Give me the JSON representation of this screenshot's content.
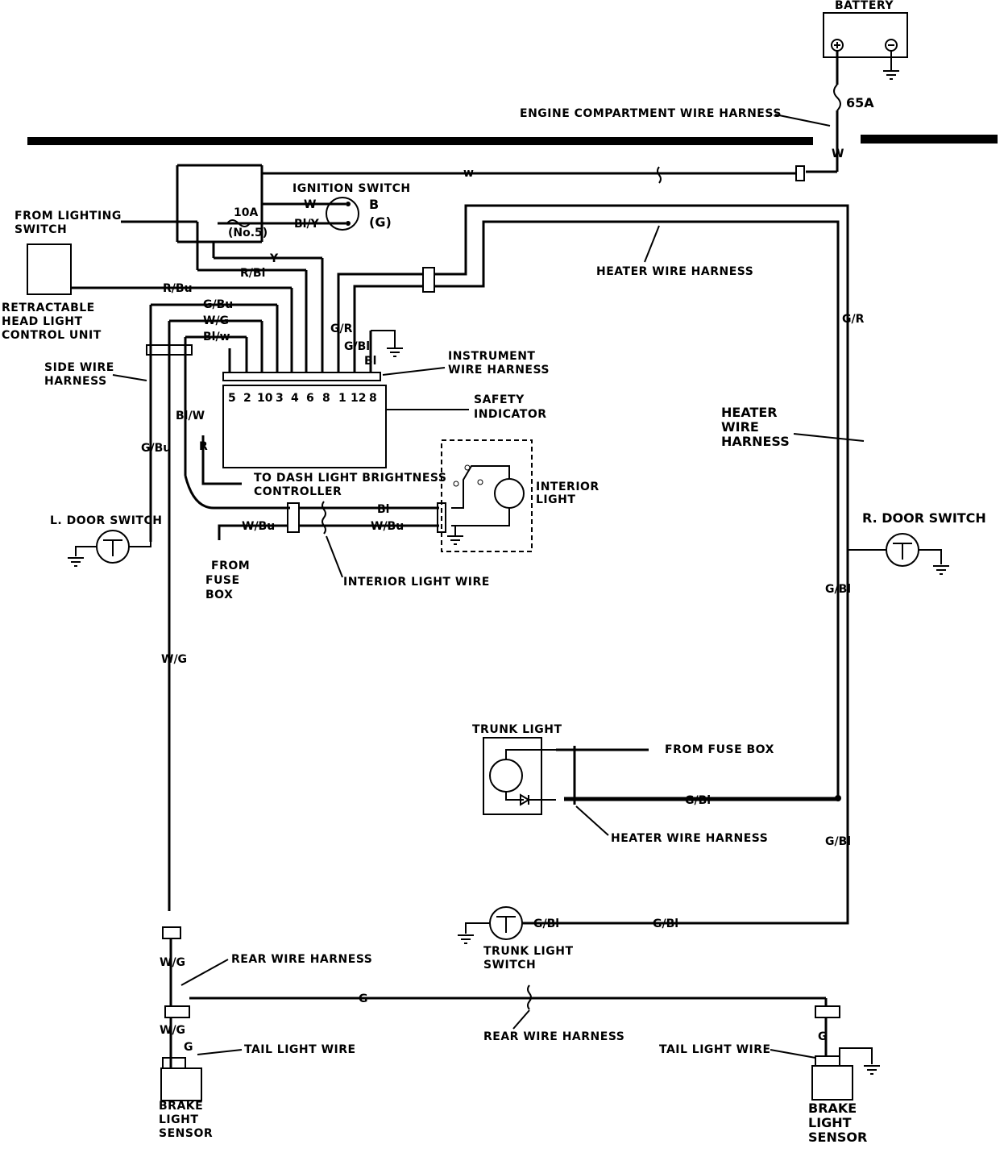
{
  "labels": {
    "battery": "BATTERY",
    "fuse_65a": "65A",
    "engine_harness": "ENGINE COMPARTMENT WIRE HARNESS",
    "ignition_switch": "IGNITION SWITCH",
    "ign_b": "B",
    "ign_g": "(G)",
    "fuse_10a": "10A",
    "fuse_no5": "(No.5)",
    "from_lighting_1": "FROM LIGHTING",
    "from_lighting_2": "SWITCH",
    "retract_1": "RETRACTABLE",
    "retract_2": "HEAD LIGHT",
    "retract_3": "CONTROL UNIT",
    "heater_harness_top": "HEATER WIRE HARNESS",
    "side_harness_1": "SIDE WIRE",
    "side_harness_2": "HARNESS",
    "instrument_1": "INSTRUMENT",
    "instrument_2": "WIRE HARNESS",
    "safety_1": "SAFETY",
    "safety_2": "INDICATOR",
    "heater_mid_1": "HEATER",
    "heater_mid_2": "WIRE",
    "heater_mid_3": "HARNESS",
    "to_dash_1": "TO DASH LIGHT BRIGHTNESS",
    "to_dash_2": "CONTROLLER",
    "interior_light_1": "INTERIOR",
    "interior_light_2": "LIGHT",
    "l_door_switch": "L. DOOR SWITCH",
    "r_door_switch": "R. DOOR SWITCH",
    "from_fuse_1": "FROM",
    "from_fuse_2": "FUSE",
    "from_fuse_3": "BOX",
    "interior_wire": "INTERIOR LIGHT WIRE",
    "trunk_light": "TRUNK LIGHT",
    "from_fuse_box": "FROM FUSE BOX",
    "heater_harness_low": "HEATER WIRE HARNESS",
    "trunk_switch_1": "TRUNK LIGHT",
    "trunk_switch_2": "SWITCH",
    "rear_harness_1": "REAR WIRE HARNESS",
    "rear_harness_2": "REAR WIRE HARNESS",
    "tail_wire_l": "TAIL LIGHT WIRE",
    "tail_wire_r": "TAIL LIGHT WIRE",
    "brake_l_1": "BRAKE",
    "brake_l_2": "LIGHT",
    "brake_l_3": "SENSOR",
    "brake_r_1": "BRAKE",
    "brake_r_2": "LIGHT",
    "brake_r_3": "SENSOR"
  },
  "wire_colors": {
    "w_main": "W",
    "w_top": "w",
    "ign_w": "W",
    "ign_bly": "Bl/Y",
    "y": "Y",
    "rbl": "R/Bl",
    "rbu": "R/Bu",
    "gbu_top": "G/Bu",
    "wg_top": "W/G",
    "blw_top": "Bl/w",
    "gr_inst": "G/R",
    "gbl_inst": "G/Bl",
    "bl_inst": "Bl",
    "gr_right": "G/R",
    "blw_side": "Bl/W",
    "gbu_side": "G/Bu",
    "r_side": "R",
    "bl_int": "Bl",
    "wbu_int_1": "W/Bu",
    "wbu_int_2": "W/Bu",
    "gbl_right": "G/Bl",
    "wg_long": "W/G",
    "gbl_trunk": "G/Bl",
    "gbl_right_low": "G/Bl",
    "gbl_switch": "G/Bl",
    "gbl_switch_2": "G/Bl",
    "wg_rear_1": "W/G",
    "wg_rear_2": "W/G",
    "g_rear": "G",
    "g_tail_l": "G",
    "g_tail_r": "G"
  },
  "terminal_numbers": [
    "5",
    "2",
    "10",
    "3",
    "4",
    "6",
    "8",
    "1",
    "12",
    "8"
  ]
}
